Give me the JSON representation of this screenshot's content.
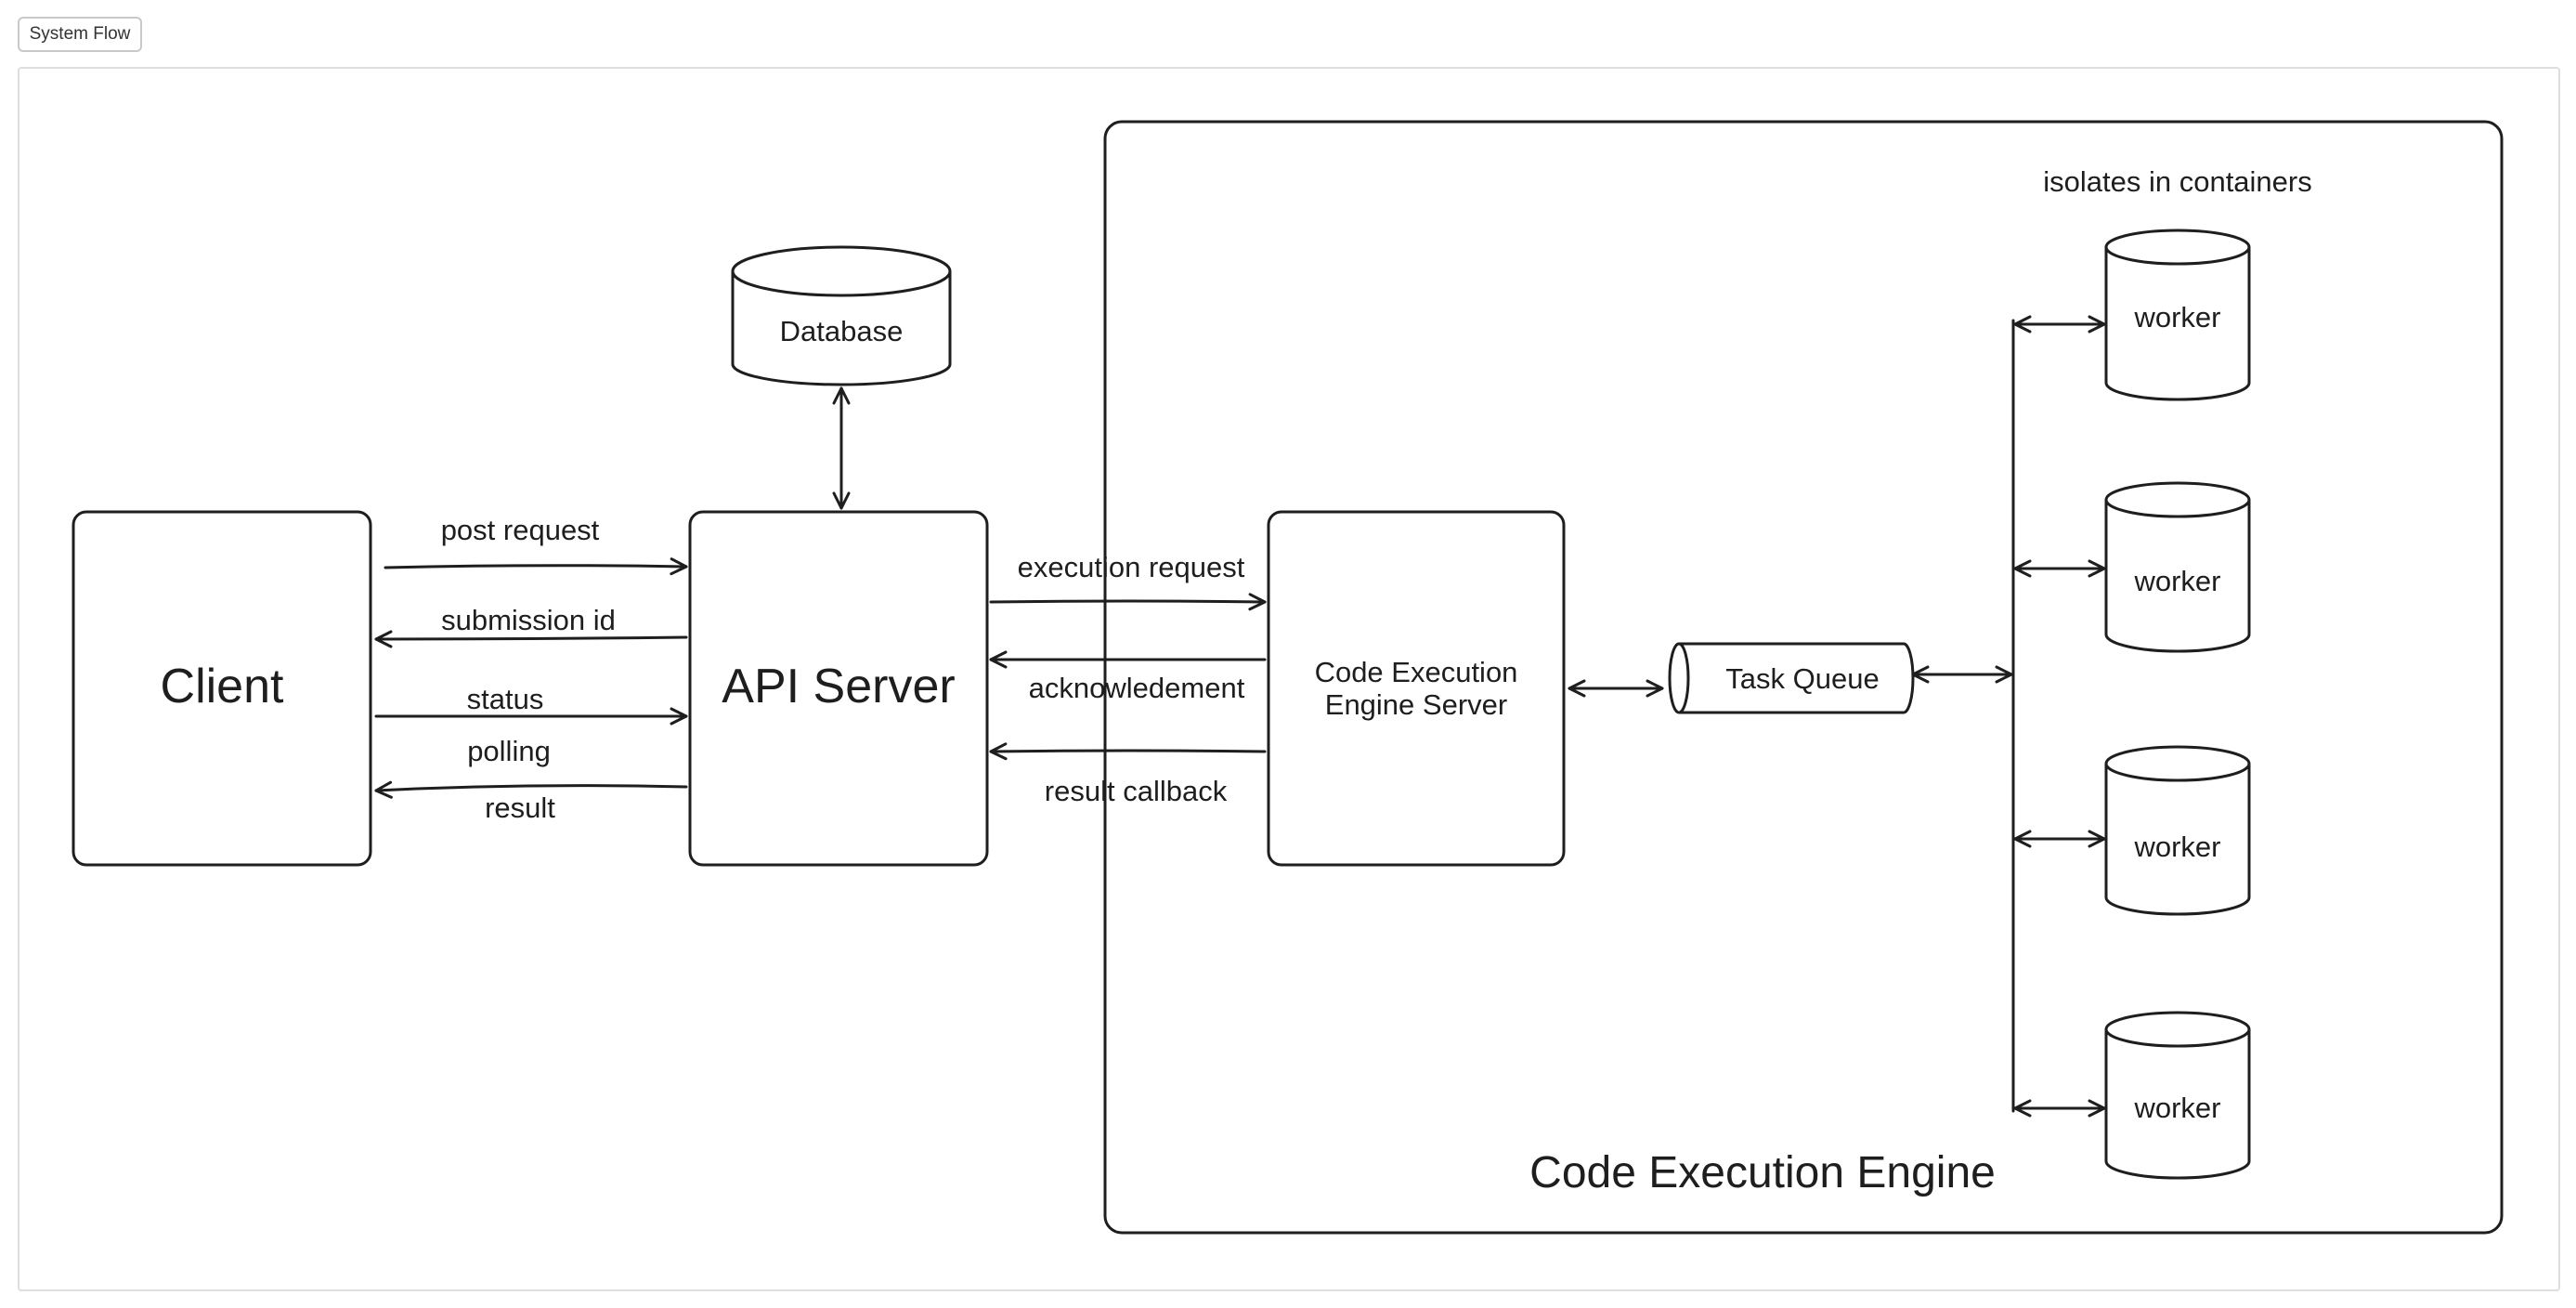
{
  "toolbar": {
    "tab_label": "System Flow"
  },
  "nodes": {
    "client": "Client",
    "api_server": "API Server",
    "database": "Database",
    "engine_server_line1": "Code Execution",
    "engine_server_line2": "Engine Server",
    "task_queue": "Task Queue",
    "worker": "worker",
    "engine_group": "Code Execution Engine",
    "isolation_note": "isolates in containers"
  },
  "edges": {
    "post_request": "post request",
    "submission_id": "submission id",
    "status": "status",
    "polling": "polling",
    "result": "result",
    "execution_request": "execution request",
    "acknowledgement": "acknowledement",
    "result_callback": "result callback"
  }
}
